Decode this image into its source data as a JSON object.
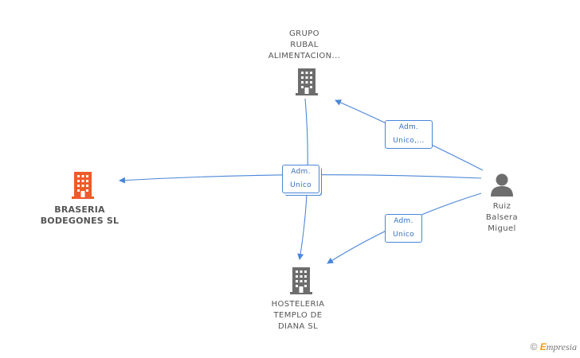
{
  "nodes": {
    "grupo_rubal": {
      "label": "GRUPO\nRUBAL\nALIMENTACION...",
      "icon": "building-icon",
      "color": "#6d6d6d"
    },
    "braseria": {
      "label": "BRASERIA\nBODEGONES SL",
      "icon": "building-icon",
      "color": "#f05a28"
    },
    "hosteleria": {
      "label": "HOSTELERIA\nTEMPLO DE\nDIANA SL",
      "icon": "building-icon",
      "color": "#6d6d6d"
    },
    "ruiz": {
      "label": "Ruiz\nBalsera\nMiguel",
      "icon": "person-icon",
      "color": "#6d6d6d"
    }
  },
  "edges": [
    {
      "from": "ruiz",
      "to": "grupo_rubal",
      "label": "Adm.\nUnico,..."
    },
    {
      "from": "ruiz",
      "to": "braseria",
      "label": "Adm.\nUnico"
    },
    {
      "from": "grupo_rubal",
      "to": "hosteleria",
      "label": ""
    },
    {
      "from": "ruiz",
      "to": "hosteleria",
      "label": "Adm.\nUnico"
    }
  ],
  "colors": {
    "edge": "#4a86d8"
  },
  "watermark": {
    "copyright": "©",
    "brand_first": "E",
    "brand_rest": "mpresia"
  }
}
